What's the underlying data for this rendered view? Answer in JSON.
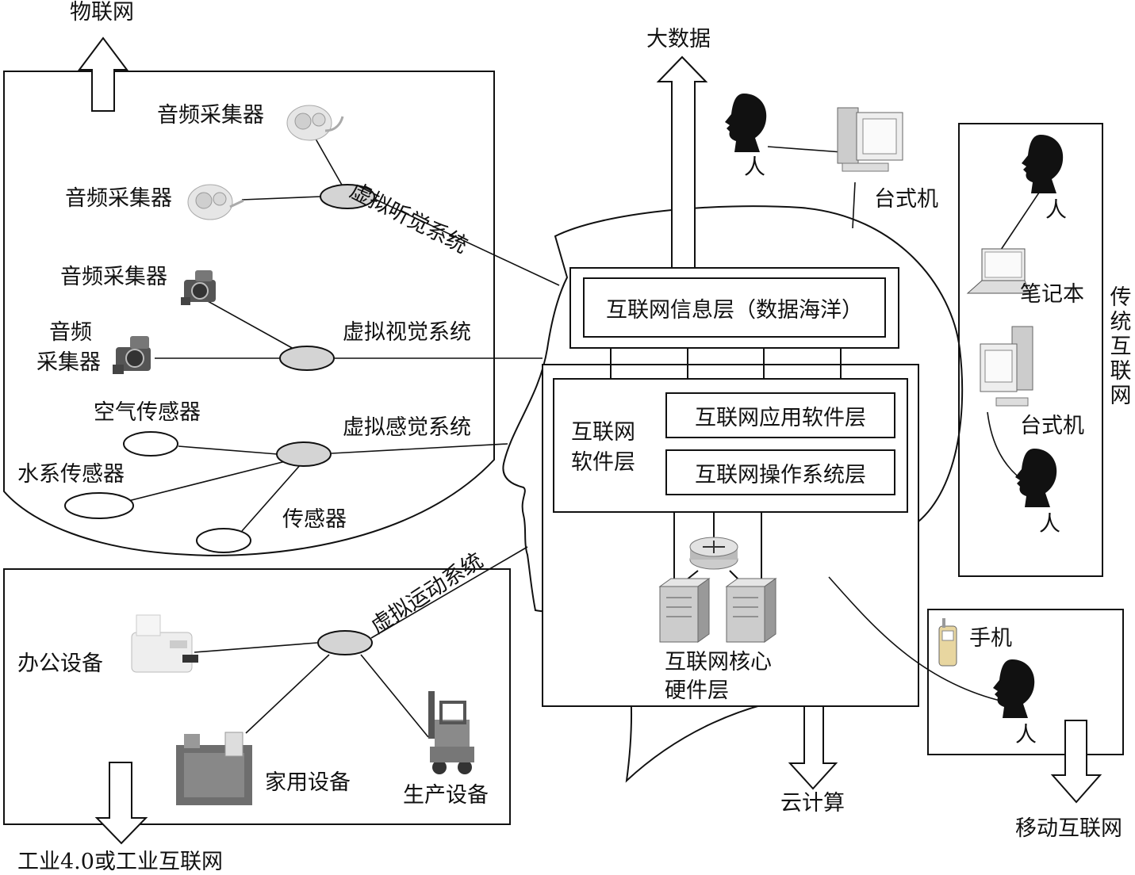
{
  "top": {
    "iot": "物联网",
    "bigdata": "大数据",
    "cloud": "云计算",
    "industrial": "工业4.0或工业互联网",
    "mobile_internet": "移动互联网",
    "traditional_internet": "传统互联网"
  },
  "sensing": {
    "audio1": "音频采集器",
    "audio2": "音频采集器",
    "video1": "音频采集器",
    "video2_line1": "音频",
    "video2_line2": "采集器",
    "air": "空气传感器",
    "water": "水系传感器",
    "sensor": "传感器"
  },
  "systems": {
    "hearing": "虚拟听觉系统",
    "vision": "虚拟视觉系统",
    "feeling": "虚拟感觉系统",
    "motion": "虚拟运动系统"
  },
  "brain": {
    "info_layer": "互联网信息层（数据海洋）",
    "software_layer_line1": "互联网",
    "software_layer_line2": "软件层",
    "app_layer": "互联网应用软件层",
    "os_layer": "互联网操作系统层",
    "core_line1": "互联网核心",
    "core_line2": "硬件层"
  },
  "devices": {
    "office": "办公设备",
    "home": "家用设备",
    "production": "生产设备"
  },
  "users": {
    "person_top": "人",
    "desktop_top": "台式机",
    "person_right1": "人",
    "laptop": "笔记本",
    "desktop_right": "台式机",
    "person_right2": "人",
    "phone": "手机",
    "person_mobile": "人"
  }
}
